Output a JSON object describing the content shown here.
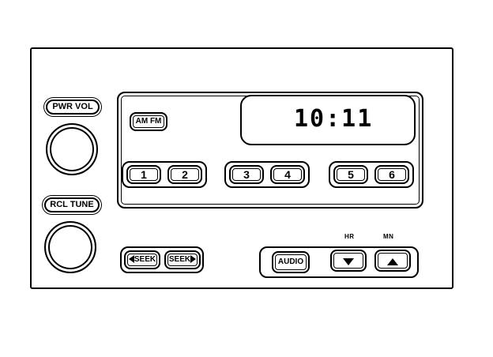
{
  "controls": {
    "pwr_vol_label": "PWR VOL",
    "rcl_tune_label": "RCL TUNE"
  },
  "display": {
    "time": "10:11"
  },
  "band": {
    "label": "AM FM"
  },
  "presets": [
    "1",
    "2",
    "3",
    "4",
    "5",
    "6"
  ],
  "seek": {
    "back_label": "SEEK",
    "forward_label": "SEEK"
  },
  "audio": {
    "label": "AUDIO"
  },
  "clock_set": {
    "hr_label": "HR",
    "mn_label": "MN"
  },
  "icons": {
    "seek_back": "triangle-left-icon",
    "seek_forward": "triangle-right-icon",
    "hr_down": "triangle-down-icon",
    "mn_up": "triangle-up-icon"
  }
}
